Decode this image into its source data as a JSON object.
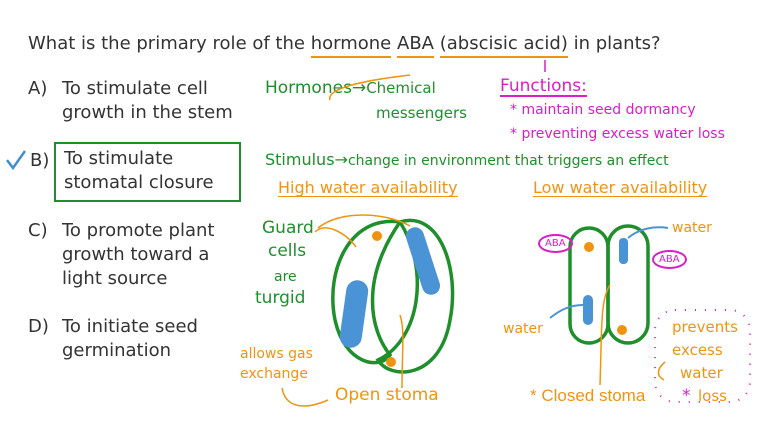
{
  "question": {
    "prefix": "What is the primary role of the",
    "hormone": "hormone",
    "aba": "ABA",
    "abscisic": "(abscisic acid)",
    "suffix": "in plants?"
  },
  "options": [
    {
      "letter": "A)",
      "lines": [
        "To stimulate cell",
        "growth in the stem"
      ]
    },
    {
      "letter": "B)",
      "lines": [
        "To stimulate",
        "stomatal closure"
      ],
      "selected": true
    },
    {
      "letter": "C)",
      "lines": [
        "To promote plant",
        "growth toward a",
        "light source"
      ]
    },
    {
      "letter": "D)",
      "lines": [
        "To initiate seed",
        "germination"
      ]
    }
  ],
  "notes": {
    "hormones": "Hormones",
    "hormones_def": "Chemical",
    "hormones_def2": "messengers",
    "functions_title": "Functions:",
    "functions": [
      "* maintain seed dormancy",
      "* preventing excess water loss"
    ],
    "stimulus": "Stimulus",
    "stimulus_def": "change in environment that triggers an effect",
    "arrow": "→"
  },
  "high": {
    "title": "High water availability",
    "guard": [
      "Guard",
      "cells",
      "are",
      "turgid"
    ],
    "gas": [
      "allows gas",
      "exchange"
    ],
    "label": "Open stoma"
  },
  "low": {
    "title": "Low water availability",
    "water1": "water",
    "water2": "water",
    "aba1": "ABA",
    "aba2": "ABA",
    "prevents": [
      "prevents",
      "excess",
      "water",
      "loss"
    ],
    "label": "* Closed stoma",
    "star": "*"
  },
  "colors": {
    "green": "#1f8f2b",
    "orange": "#ef9412",
    "magenta": "#d81fc8",
    "blue": "#3f8fd0"
  }
}
